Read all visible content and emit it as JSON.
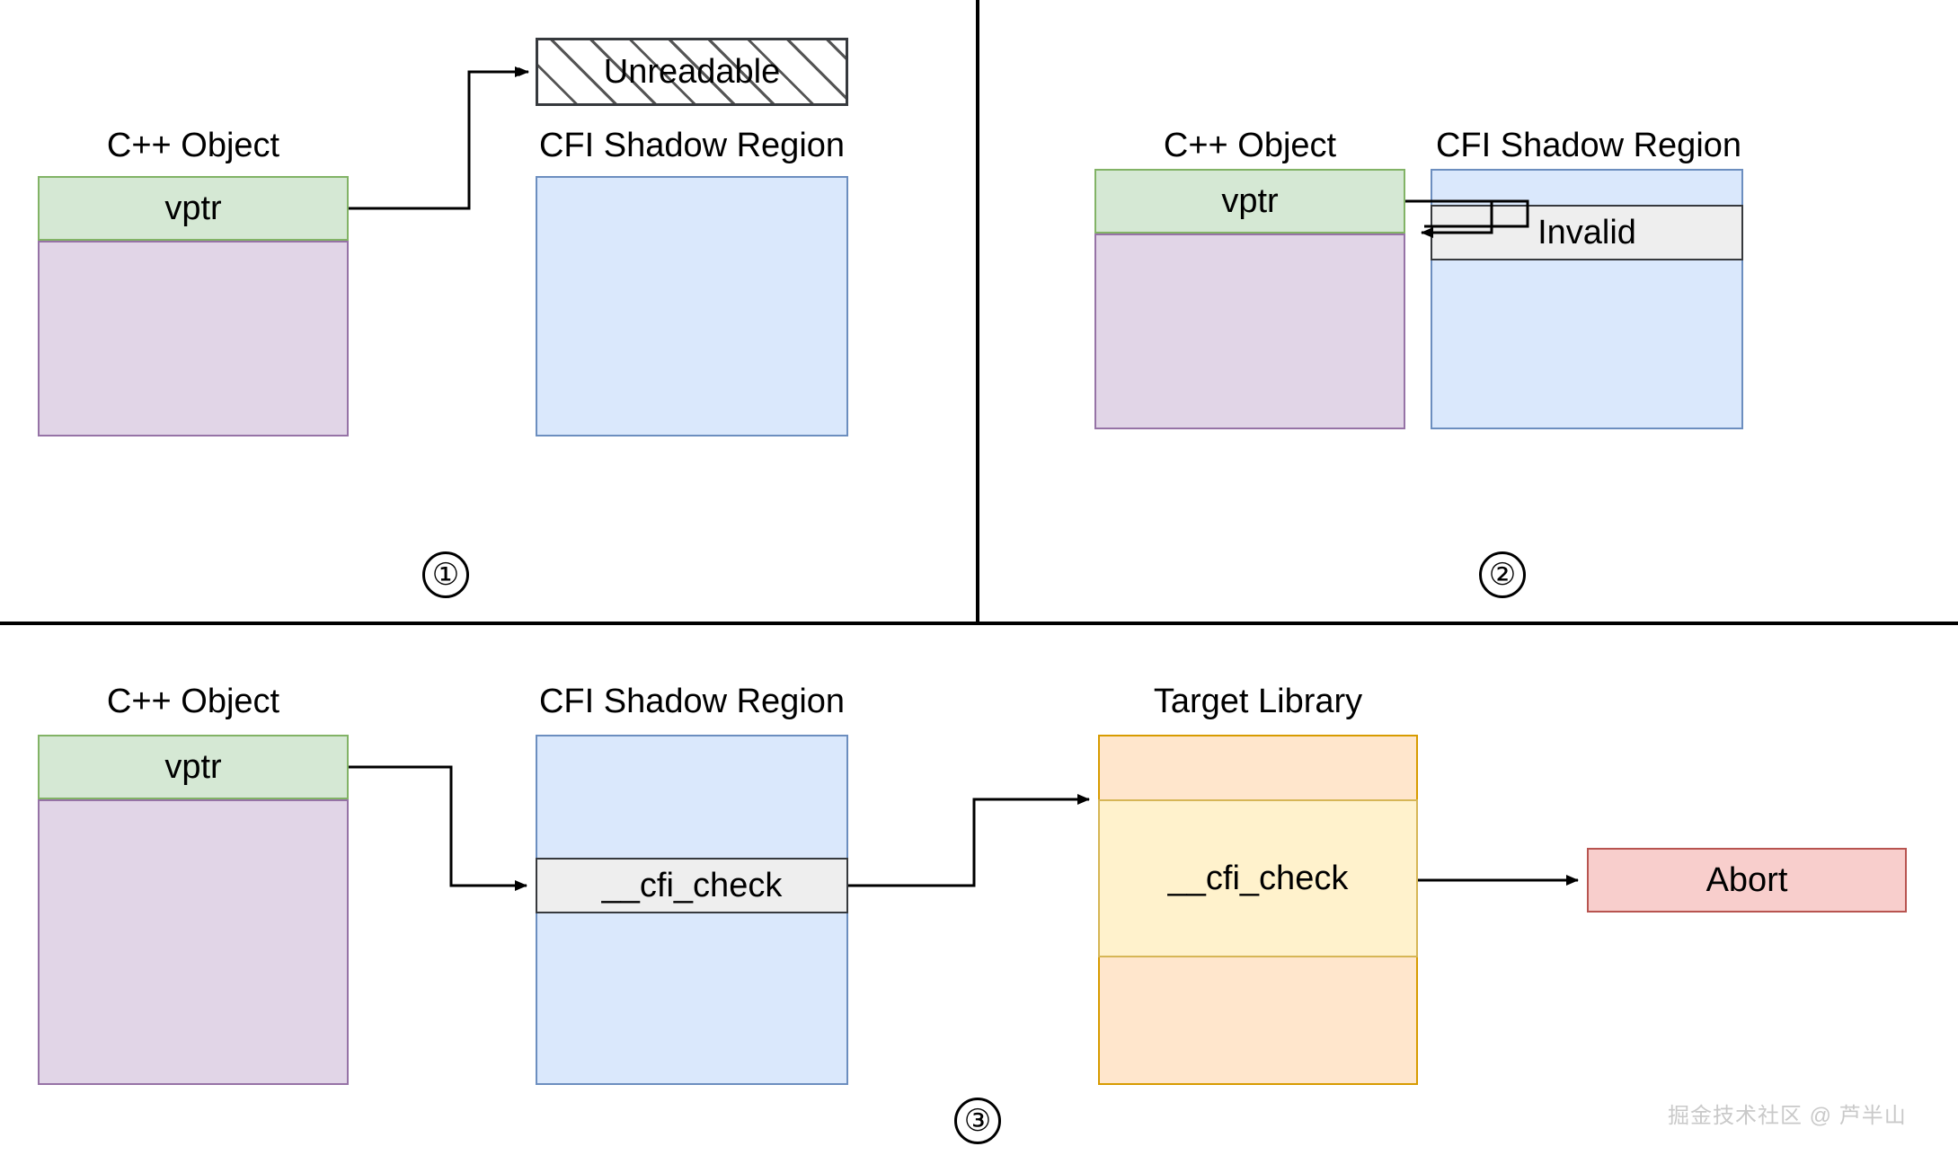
{
  "diagram": {
    "title": "CFI shadow region check flow",
    "watermark": "掘金技术社区 @ 芦半山",
    "colors": {
      "vptr_fill": "#d5e8d4",
      "vptr_stroke": "#82b366",
      "object_body_fill": "#e1d5e7",
      "object_body_stroke": "#9673a6",
      "shadow_fill": "#dae8fc",
      "shadow_stroke": "#6c8ebf",
      "slot_fill": "#eeeeee",
      "slot_stroke": "#36393d",
      "library_fill": "#ffe6cc",
      "library_stroke": "#d79b00",
      "library_mid_fill": "#fff2cc",
      "library_mid_stroke": "#d6b656",
      "abort_fill": "#f8cecc",
      "abort_stroke": "#b85450",
      "unreadable_stroke": "#36393d",
      "divider": "#000000"
    }
  },
  "panels": [
    {
      "id": "panel-1",
      "number": "①",
      "object_label": "C++ Object",
      "vptr_label": "vptr",
      "shadow_label": "CFI Shadow Region",
      "target_box_label": "Unreadable",
      "target_box_style": "hatched"
    },
    {
      "id": "panel-2",
      "number": "②",
      "object_label": "C++ Object",
      "vptr_label": "vptr",
      "shadow_label": "CFI Shadow Region",
      "slot_label": "Invalid"
    },
    {
      "id": "panel-3",
      "number": "③",
      "object_label": "C++ Object",
      "vptr_label": "vptr",
      "shadow_label": "CFI Shadow Region",
      "slot_label": "__cfi_check",
      "library_label": "Target Library",
      "library_slot_label": "__cfi_check",
      "abort_label": "Abort"
    }
  ]
}
